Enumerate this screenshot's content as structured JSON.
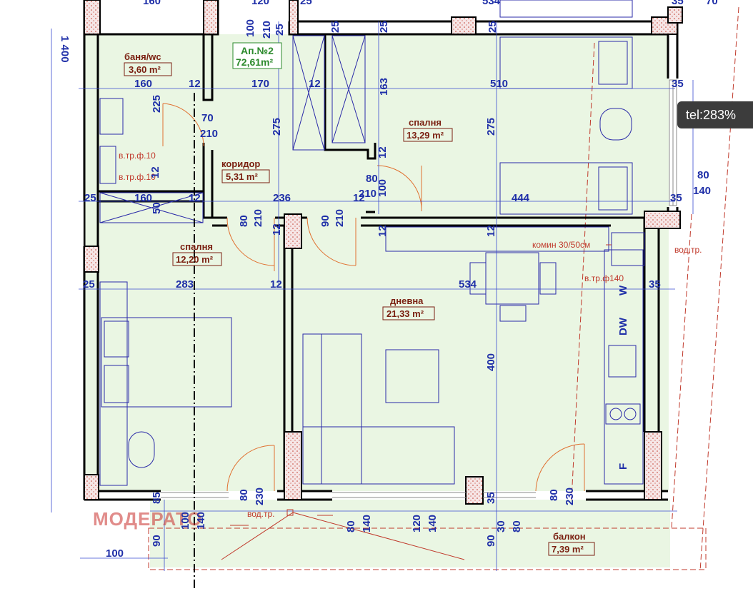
{
  "apartment": {
    "label": "Ап.№2",
    "area": "72,61m²"
  },
  "rooms": {
    "bath": {
      "name": "баня/wc",
      "area": "3,60 m²"
    },
    "corridor": {
      "name": "коридор",
      "area": "5,31 m²"
    },
    "bedroom1": {
      "name": "спалня",
      "area": "13,29 m²"
    },
    "bedroom2": {
      "name": "спалня",
      "area": "12,20 m²"
    },
    "living": {
      "name": "дневна",
      "area": "21,33 m²"
    },
    "balcony": {
      "name": "балкон",
      "area": "7,39 m²"
    }
  },
  "notes": {
    "chimney": "комин 30/50см",
    "water1": "вод.тр.",
    "water2": "вод.тр.",
    "pipe1": "в.тр.ф.10",
    "pipe2": "в.тр.ф.10",
    "pipe3": "в.тр.ф140"
  },
  "appliances": {
    "washer": "W",
    "dishwasher": "DW",
    "fridge": "F"
  },
  "watermark": "МОДЕРАТО",
  "zoom_badge": "tel:283%",
  "dimensions": {
    "d1400": "1 400",
    "d160a": "160",
    "d120": "120",
    "d25a": "25",
    "d534a": "534",
    "d35a": "35",
    "d70a": "70",
    "d100a": "100",
    "d210a": "210",
    "d25b": "25",
    "d25c": "25",
    "d25d": "25",
    "d25e": "25",
    "d160b": "160",
    "d12a": "12",
    "d170": "170",
    "d12b": "12",
    "d163": "163",
    "d510": "510",
    "d35b": "35",
    "d225": "225",
    "d70b": "70",
    "d210b": "210",
    "d275a": "275",
    "d275b": "275",
    "d12c": "12",
    "d12d": "12",
    "d80a": "80",
    "d140a": "140",
    "d80b": "80",
    "d210c": "210",
    "d100b": "100",
    "d25f": "25",
    "d160c": "160",
    "d12e": "12",
    "d236": "236",
    "d12f": "12",
    "d444": "444",
    "d35c": "35",
    "d50": "50",
    "d80c": "80",
    "d210d": "210",
    "d90a": "90",
    "d210e": "210",
    "d12g": "12",
    "d12h": "12",
    "d12i": "12",
    "d25g": "25",
    "d283": "283",
    "d12j": "12",
    "d534b": "534",
    "d35d": "35",
    "d400": "400",
    "d85": "85",
    "d80d": "80",
    "d230a": "230",
    "d35e": "35",
    "d80e": "80",
    "d230b": "230",
    "d90b": "90",
    "d100c": "100",
    "d140b": "140",
    "d80f": "80",
    "d140c": "140",
    "d120b": "120",
    "d140d": "140",
    "d90c": "90",
    "d30": "30",
    "d80g": "80",
    "d100d": "100"
  },
  "colors": {
    "wall": "#000000",
    "floor": "#eaf6e3",
    "dimension": "#1f2fa8",
    "room_label": "#7a1f10",
    "apt_label": "#2c8a2c",
    "annotation": "#c0392b",
    "furniture": "#2a2aa8"
  }
}
